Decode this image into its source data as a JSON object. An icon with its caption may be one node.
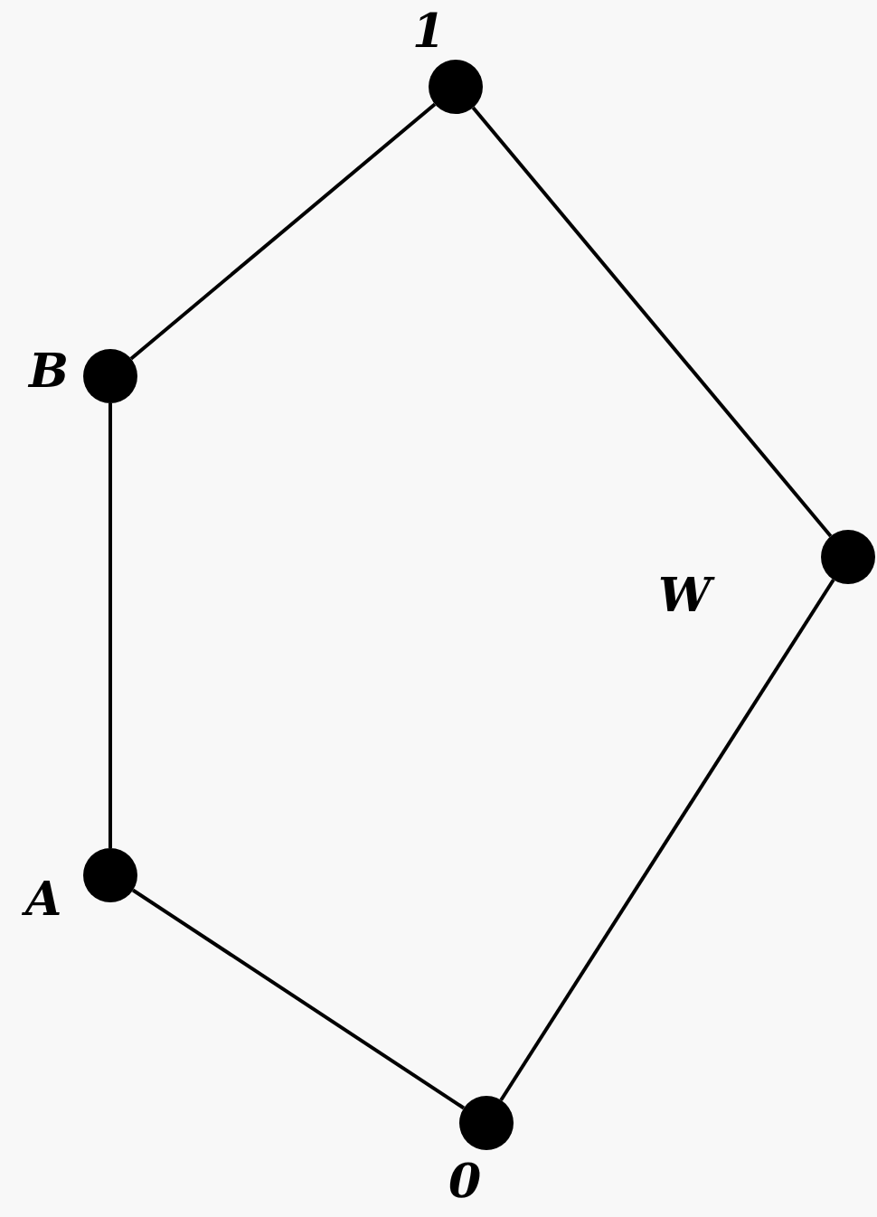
{
  "diagram": {
    "nodes": [
      {
        "text": [],
        "shape": "circle",
        "beside": [
          "1"
        ]
      },
      {
        "text": [],
        "shape": "circle",
        "beside": [
          "B"
        ]
      },
      {
        "text": [],
        "shape": "circle",
        "beside": [
          "W"
        ]
      },
      {
        "text": [],
        "shape": "circle",
        "beside": [
          "A"
        ]
      },
      {
        "text": [],
        "shape": "circle",
        "beside": [
          "0"
        ]
      }
    ],
    "edges": [
      {
        "from": 4,
        "to": 3,
        "arrow": "none"
      },
      {
        "from": 3,
        "to": 1,
        "arrow": "none"
      },
      {
        "from": 1,
        "to": 0,
        "arrow": "none"
      },
      {
        "from": 4,
        "to": 2,
        "arrow": "none"
      },
      {
        "from": 2,
        "to": 0,
        "arrow": "none"
      }
    ]
  }
}
